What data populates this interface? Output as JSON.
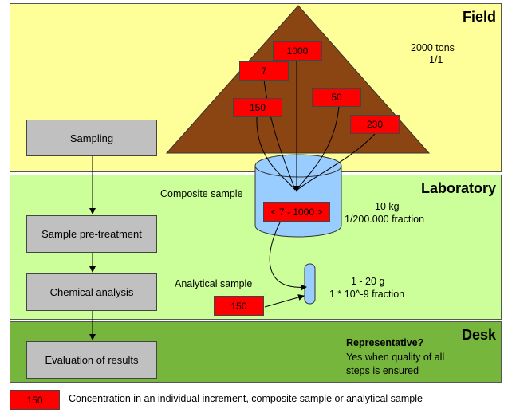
{
  "zones": {
    "field": "Field",
    "laboratory": "Laboratory",
    "desk": "Desk"
  },
  "steps": {
    "sampling": "Sampling",
    "pretreatment": "Sample pre-treatment",
    "analysis": "Chemical analysis",
    "evaluation": "Evaluation of results"
  },
  "field": {
    "tons": "2000 tons",
    "ratio": "1/1",
    "increments": [
      "1000",
      "7",
      "150",
      "50",
      "230"
    ]
  },
  "lab": {
    "composite_label": "Composite sample",
    "composite_range": "< 7 - 1000 >",
    "composite_mass": "10 kg",
    "composite_fraction": "1/200.000 fraction",
    "analytical_label": "Analytical sample",
    "analytical_value": "150",
    "analytical_mass": "1 - 20 g",
    "analytical_fraction": "1 * 10^-9 fraction"
  },
  "desk": {
    "question": "Representative?",
    "answer_line1": "Yes when quality of all",
    "answer_line2": "steps is ensured"
  },
  "legend": {
    "sample": "150",
    "text": "Concentration in an individual increment, composite sample or analytical sample"
  },
  "colors": {
    "field": "#ffff99",
    "laboratory": "#ccff99",
    "desk": "#77b63c",
    "pile": "#8b4513",
    "container": "#99ccff",
    "box": "#ff0000",
    "step": "#c0c0c0"
  }
}
